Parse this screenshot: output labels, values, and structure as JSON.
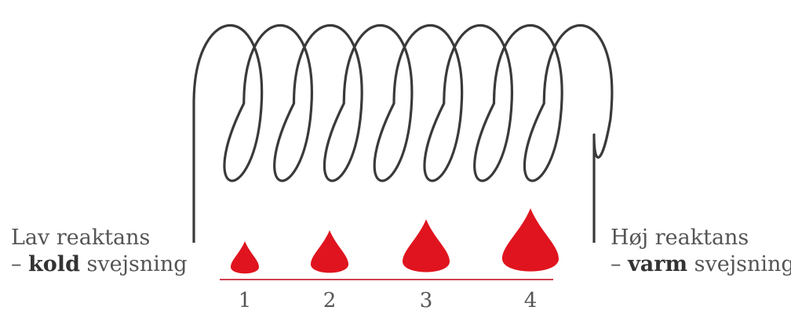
{
  "left_label": {
    "line1": "Lav reaktans",
    "dash": "– ",
    "emphasis": "kold",
    "rest": " svejsning"
  },
  "right_label": {
    "line1": "Høj reaktans",
    "dash": "– ",
    "emphasis": "varm",
    "rest": " svejsning"
  },
  "droplets": [
    {
      "number": "1",
      "relative_size": 1
    },
    {
      "number": "2",
      "relative_size": 2
    },
    {
      "number": "3",
      "relative_size": 3
    },
    {
      "number": "4",
      "relative_size": 4
    }
  ],
  "colors": {
    "coil": "#3a3a3a",
    "droplet": "#e0141e",
    "baseline": "#d04050",
    "text": "#555555"
  },
  "coil_turns": 8
}
